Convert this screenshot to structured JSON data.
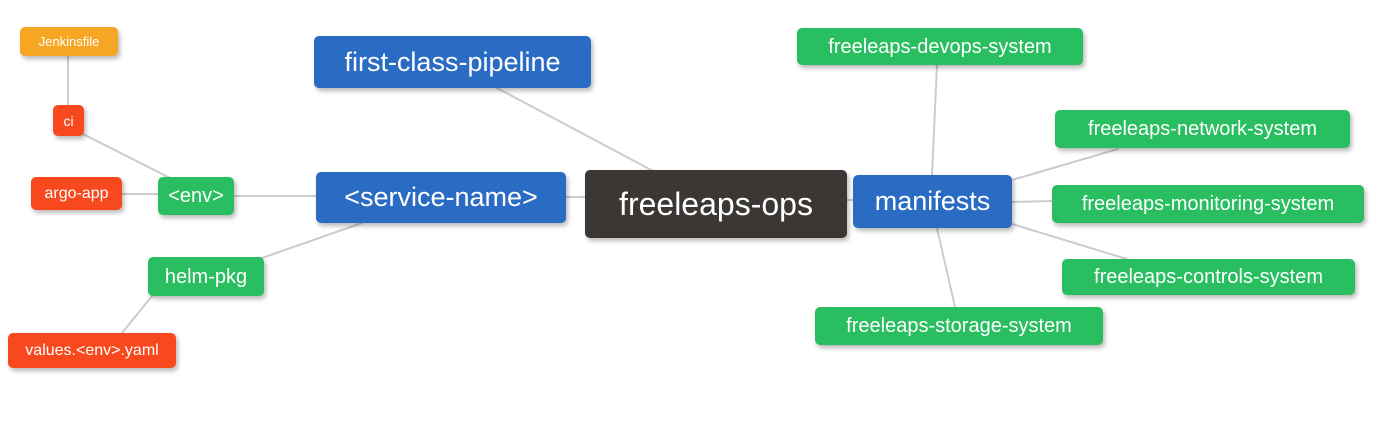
{
  "diagram": {
    "type": "mindmap",
    "root": {
      "label": "freeleaps-ops"
    },
    "nodes": {
      "jenkinsfile": {
        "label": "Jenkinsfile",
        "color": "#f6a623"
      },
      "ci": {
        "label": "ci",
        "color": "#f7491d"
      },
      "argo_app": {
        "label": "argo-app",
        "color": "#f7491d"
      },
      "env": {
        "label": "<env>",
        "color": "#29be60"
      },
      "helm_pkg": {
        "label": "helm-pkg",
        "color": "#29be60"
      },
      "values_env_yaml": {
        "label": "values.<env>.yaml",
        "color": "#f7491d"
      },
      "first_class_pipeline": {
        "label": "first-class-pipeline",
        "color": "#2a6bc4"
      },
      "service_name": {
        "label": "<service-name>",
        "color": "#2a6bc4"
      },
      "freeleaps_ops": {
        "label": "freeleaps-ops",
        "color": "#3b3735"
      },
      "manifests": {
        "label": "manifests",
        "color": "#2a6bc4"
      },
      "devops_system": {
        "label": "freeleaps-devops-system",
        "color": "#29be60"
      },
      "network_system": {
        "label": "freeleaps-network-system",
        "color": "#29be60"
      },
      "monitoring_system": {
        "label": "freeleaps-monitoring-system",
        "color": "#29be60"
      },
      "controls_system": {
        "label": "freeleaps-controls-system",
        "color": "#29be60"
      },
      "storage_system": {
        "label": "freeleaps-storage-system",
        "color": "#29be60"
      }
    },
    "edges": [
      {
        "from": "Jenkinsfile",
        "to": "ci"
      },
      {
        "from": "ci",
        "to": "<env>"
      },
      {
        "from": "argo-app",
        "to": "<env>"
      },
      {
        "from": "<env>",
        "to": "<service-name>"
      },
      {
        "from": "values.<env>.yaml",
        "to": "helm-pkg"
      },
      {
        "from": "helm-pkg",
        "to": "<service-name>"
      },
      {
        "from": "first-class-pipeline",
        "to": "freeleaps-ops"
      },
      {
        "from": "<service-name>",
        "to": "freeleaps-ops"
      },
      {
        "from": "freeleaps-ops",
        "to": "manifests"
      },
      {
        "from": "manifests",
        "to": "freeleaps-devops-system"
      },
      {
        "from": "manifests",
        "to": "freeleaps-network-system"
      },
      {
        "from": "manifests",
        "to": "freeleaps-monitoring-system"
      },
      {
        "from": "manifests",
        "to": "freeleaps-controls-system"
      },
      {
        "from": "manifests",
        "to": "freeleaps-storage-system"
      }
    ],
    "colors": {
      "branch_blue": "#2a6bc4",
      "leaf_green": "#29be60",
      "accent_orange": "#f6a623",
      "accent_red": "#f7491d",
      "root_dark": "#3b3735",
      "connector_line": "#cccccc",
      "background": "#ffffff",
      "node_text": "#ffffff"
    }
  }
}
